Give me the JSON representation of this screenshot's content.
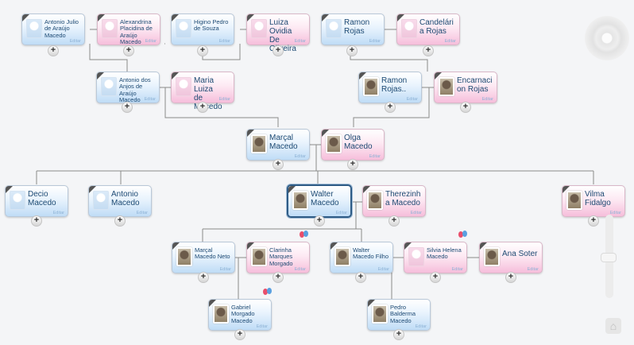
{
  "people": [
    {
      "id": "antonio-julio",
      "name": "Antonio Julio\nde Araújo\nMacedo",
      "sex": "m",
      "photo": false,
      "size": "s"
    },
    {
      "id": "alexandrina",
      "name": "Alexandrina\nPlacidina de\nAraújo Macedo",
      "sex": "f",
      "photo": false,
      "size": "s"
    },
    {
      "id": "higino",
      "name": "Higino Pedro\nde Souza",
      "sex": "m",
      "photo": false,
      "size": "s"
    },
    {
      "id": "luiza-ovidia",
      "name": "Luiza Ovidia\nDe Oliveira",
      "sex": "f",
      "photo": false,
      "size": "l"
    },
    {
      "id": "ramon-sr",
      "name": "Ramon\nRojas",
      "sex": "m",
      "photo": false,
      "size": "l"
    },
    {
      "id": "candelaria",
      "name": "Candelári\na Rojas",
      "sex": "f",
      "photo": false,
      "size": "l"
    },
    {
      "id": "antonio-anjos",
      "name": "Antonio dos\nAnjos de\nAraújo Macedo",
      "sex": "m",
      "photo": false,
      "size": "s"
    },
    {
      "id": "maria-luiza",
      "name": "Maria Luiza\nde Macedo",
      "sex": "f",
      "photo": false,
      "size": "l"
    },
    {
      "id": "ramon-jr",
      "name": "Ramon\nRojas..",
      "sex": "m",
      "photo": true,
      "size": "l"
    },
    {
      "id": "encarnacion",
      "name": "Encarnaci\non Rojas",
      "sex": "f",
      "photo": true,
      "size": "l"
    },
    {
      "id": "marcal",
      "name": "Marçal\nMacedo",
      "sex": "m",
      "photo": true,
      "size": "l"
    },
    {
      "id": "olga",
      "name": "Olga\nMacedo",
      "sex": "f",
      "photo": true,
      "size": "l"
    },
    {
      "id": "decio",
      "name": "Decio\nMacedo",
      "sex": "m",
      "photo": false,
      "size": "l"
    },
    {
      "id": "antonio-m",
      "name": "Antonio\nMacedo",
      "sex": "m",
      "photo": false,
      "size": "l"
    },
    {
      "id": "walter",
      "name": "Walter\nMacedo",
      "sex": "m",
      "photo": true,
      "size": "l",
      "selected": true
    },
    {
      "id": "therezinha",
      "name": "Therezinh\na Macedo",
      "sex": "f",
      "photo": true,
      "size": "l"
    },
    {
      "id": "vilma",
      "name": "Vilma\nFidalgo",
      "sex": "f",
      "photo": true,
      "size": "l"
    },
    {
      "id": "marcal-neto",
      "name": "Marçal\nMacedo Neto",
      "sex": "m",
      "photo": true,
      "size": "s"
    },
    {
      "id": "clarinha",
      "name": "Clarinha\nMarques\nMorgado",
      "sex": "f",
      "photo": true,
      "size": "s"
    },
    {
      "id": "walter-filho",
      "name": "Walter\nMacedo Filho",
      "sex": "m",
      "photo": true,
      "size": "s"
    },
    {
      "id": "silvia",
      "name": "Silvia Helena\nMacedo",
      "sex": "f",
      "photo": false,
      "size": "s"
    },
    {
      "id": "ana-soter",
      "name": "Ana Soter",
      "sex": "f",
      "photo": true,
      "size": "l"
    },
    {
      "id": "gabriel",
      "name": "Gabriel\nMorgado\nMacedo",
      "sex": "m",
      "photo": true,
      "size": "s"
    },
    {
      "id": "pedro",
      "name": "Pedro\nBalderma\nMacedo",
      "sex": "m",
      "photo": true,
      "size": "s"
    }
  ],
  "labels": {
    "edit": "Editar",
    "expand": "+",
    "home": "⌂"
  },
  "icons": {
    "expand": "plus-icon",
    "edit": "edit-link",
    "nav": "pan-control",
    "home": "home-icon"
  },
  "colors": {
    "male_card": "#bfdcf6",
    "female_card": "#f6bedb",
    "name_text": "#1d4a73",
    "connector": "#8a8a8a",
    "selected_border": "#2f5c86"
  }
}
